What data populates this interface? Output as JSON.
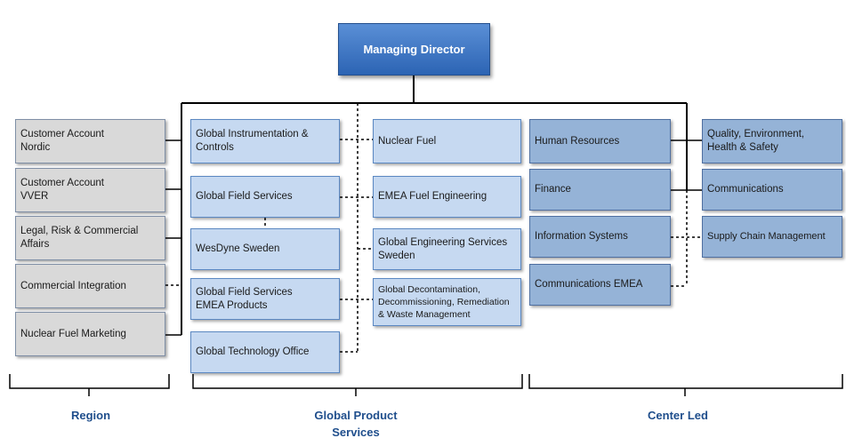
{
  "top": {
    "label": "Managing Director"
  },
  "region": {
    "label": "Region",
    "boxes": [
      "Customer Account\nNordic",
      "Customer Account\nVVER",
      "Legal, Risk & Commercial\nAffairs",
      "Commercial Integration",
      "Nuclear Fuel Marketing"
    ]
  },
  "global_product_services": {
    "label": "Global Product\nServices",
    "col1": [
      "Global Instrumentation &\nControls",
      "Global Field Services",
      "WesDyne Sweden",
      "Global Field Services\nEMEA  Products",
      "Global Technology Office"
    ],
    "col2": [
      "Nuclear Fuel",
      "EMEA  Fuel Engineering",
      "Global Engineering Services\nSweden",
      "Global Decontamination,\nDecommissioning, Remediation\n& Waste Management"
    ]
  },
  "center_led": {
    "label": "Center Led",
    "col1": [
      "Human Resources",
      "Finance",
      "Information Systems",
      "Communications EMEA"
    ],
    "col2": [
      "Quality, Environment,\nHealth & Safety",
      "Communications",
      "Supply Chain Management"
    ]
  },
  "colors": {
    "top_box": "#2c64b4",
    "region_box": "#d9d9d9",
    "gps_box": "#c6d9f1",
    "center_box": "#95b3d7",
    "group_label": "#1f4e8c"
  }
}
